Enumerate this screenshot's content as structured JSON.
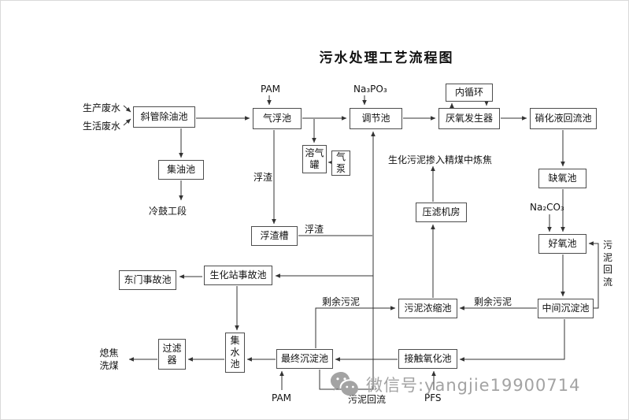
{
  "title": "污水处理工艺流程图",
  "nodes": {
    "inclined_tube_oil_removal": "斜管除油池",
    "air_flotation": "气浮池",
    "regulating": "调节池",
    "internal_circulation": "内循环",
    "anaerobic_generator": "厌氧发生器",
    "nitrified_liquid_return": "硝化液回流池",
    "oil_collection": "集油池",
    "dissolved_air_tank": "溶气罐",
    "air_pump": "气泵",
    "anoxic": "缺氧池",
    "filter_press_room": "压滤机房",
    "aerobic": "好氧池",
    "scum_trough": "浮渣槽",
    "east_gate_accident": "东门事故池",
    "biochem_station_accident": "生化站事故池",
    "sludge_thickening": "污泥浓缩池",
    "intermediate_sedimentation": "中间沉淀池",
    "filter": "过滤器",
    "water_collection": "集水池",
    "final_sedimentation": "最终沉淀池",
    "contact_oxidation": "接触氧化池"
  },
  "labels": {
    "production_wastewater": "生产废水",
    "domestic_wastewater": "生活废水",
    "pam_top": "PAM",
    "na3po3": "Na₃PO₃",
    "scum_1": "浮渣",
    "biochem_sludge_to_coking": "生化污泥掺入精煤中炼焦",
    "cold_drum_section": "冷鼓工段",
    "na2co3": "Na₂CO₃",
    "scum_2": "浮渣",
    "sludge_return_right": "污泥回流",
    "excess_sludge_left": "剩余污泥",
    "excess_sludge_right": "剩余污泥",
    "coke_quench_coal_wash": "熄焦洗煤",
    "pam_bottom": "PAM",
    "sludge_return_bottom": "污泥回流",
    "pfs": "PFS"
  },
  "watermark": "微信号:yangjie19900714",
  "colors": {
    "line": "#333333",
    "box_border": "#4d4d4d",
    "watermark": "#a3a3a3"
  }
}
